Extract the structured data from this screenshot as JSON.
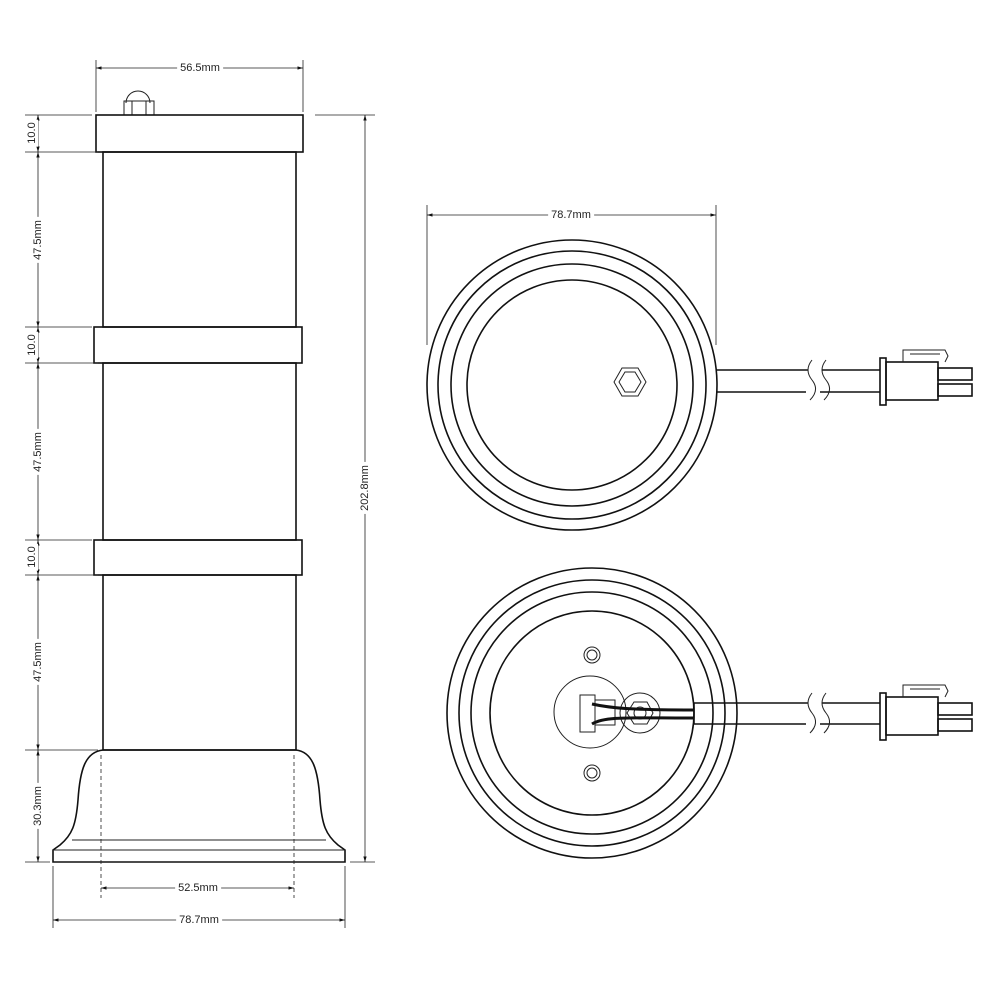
{
  "side_view": {
    "top_width": "56.5mm",
    "cap_height": "10.0",
    "section_1": "47.5mm",
    "ring_1": "10.0",
    "section_2": "47.5mm",
    "ring_2": "10.0",
    "section_3": "47.5mm",
    "base_height": "30.3mm",
    "total_height": "202.8mm",
    "base_inner_width": "52.5mm",
    "base_outer_width": "78.7mm"
  },
  "top_view": {
    "diameter": "78.7mm"
  }
}
